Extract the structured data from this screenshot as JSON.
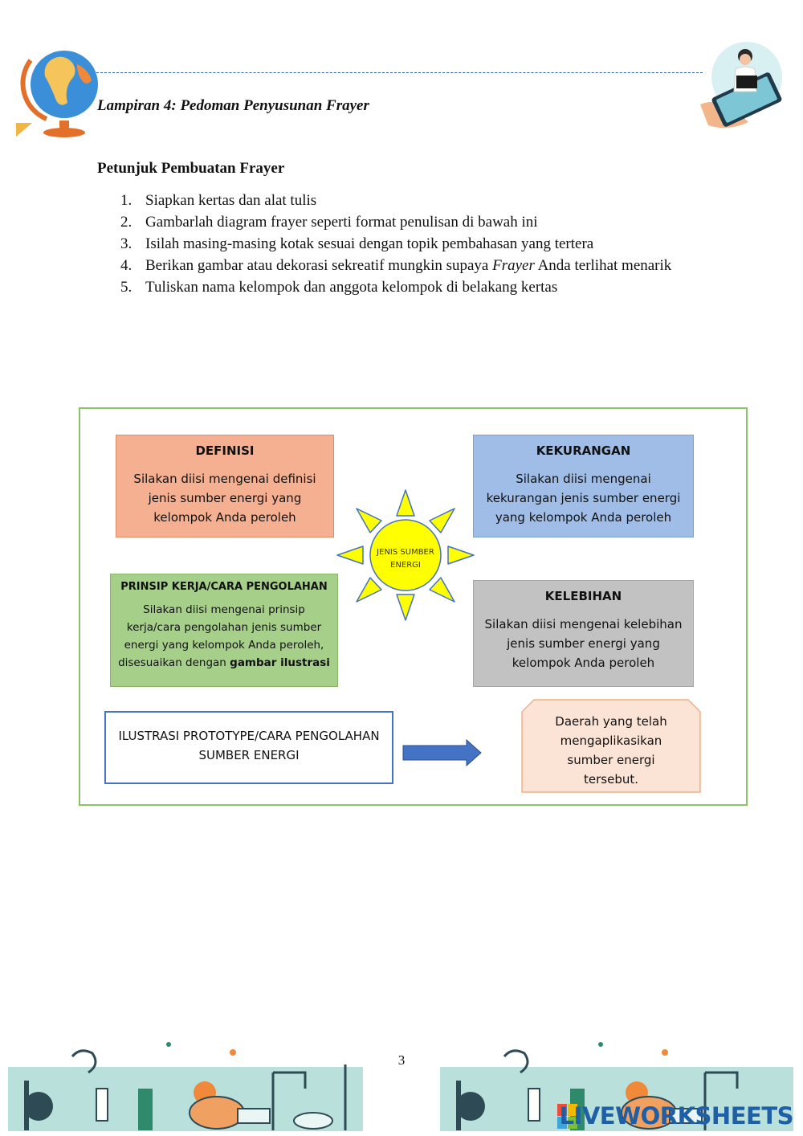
{
  "header": {
    "title": "Lampiran 4: Pedoman Penyusunan Frayer"
  },
  "instructions": {
    "heading": "Petunjuk Pembuatan Frayer",
    "steps": [
      {
        "num": "1.",
        "text": "Siapkan kertas dan alat tulis"
      },
      {
        "num": "2.",
        "text": "Gambarlah diagram frayer seperti format penulisan di bawah ini"
      },
      {
        "num": "3.",
        "text": "Isilah masing-masing kotak sesuai dengan topik pembahasan yang tertera"
      },
      {
        "num": "4.",
        "text_before": "Berikan gambar atau dekorasi sekreatif mungkin supaya ",
        "text_italic": "Frayer",
        "text_after": " Anda terlihat menarik"
      },
      {
        "num": "5.",
        "text": "Tuliskan nama kelompok dan anggota kelompok di belakang kertas"
      }
    ]
  },
  "diagram": {
    "center": {
      "line1": "JENIS SUMBER",
      "line2": "ENERGI"
    },
    "definisi": {
      "title": "DEFINISI",
      "lines": [
        "Silakan diisi mengenai definisi",
        "jenis sumber energi yang",
        "kelompok Anda peroleh"
      ]
    },
    "kekurangan": {
      "title": "KEKURANGAN",
      "lines": [
        "Silakan diisi mengenai",
        "kekurangan jenis sumber energi",
        "yang kelompok Anda peroleh"
      ]
    },
    "prinsip": {
      "title": "PRINSIP KERJA/CARA PENGOLAHAN",
      "lines": [
        "Silakan diisi mengenai prinsip",
        "kerja/cara pengolahan jenis sumber",
        "energi yang kelompok Anda peroleh,"
      ],
      "last_line_plain": "disesuaikan dengan ",
      "last_line_bold": "gambar ilustrasi"
    },
    "kelebihan": {
      "title": "KELEBIHAN",
      "lines": [
        "Silakan diisi mengenai kelebihan",
        "jenis sumber energi yang",
        "kelompok Anda peroleh"
      ]
    },
    "ilustrasi": {
      "lines": [
        "ILUSTRASI PROTOTYPE/CARA PENGOLAHAN",
        "SUMBER ENERGI"
      ]
    },
    "daerah": {
      "lines": [
        "Daerah yang telah",
        "mengaplikasikan",
        "sumber energi",
        "tersebut."
      ]
    }
  },
  "footer": {
    "page_number": "3",
    "brand": "LIVEWORKSHEETS"
  },
  "colors": {
    "frame_border": "#8cc264",
    "definisi_fill": "#f4b090",
    "kekurangan_fill": "#9fbde6",
    "prinsip_fill": "#a6d08a",
    "kelebihan_fill": "#c2c2c2",
    "daerah_fill": "#fbe3d6",
    "arrow_fill": "#4472c4",
    "sun_fill": "#ffff00",
    "brand_blue": "#1e5fa5"
  }
}
